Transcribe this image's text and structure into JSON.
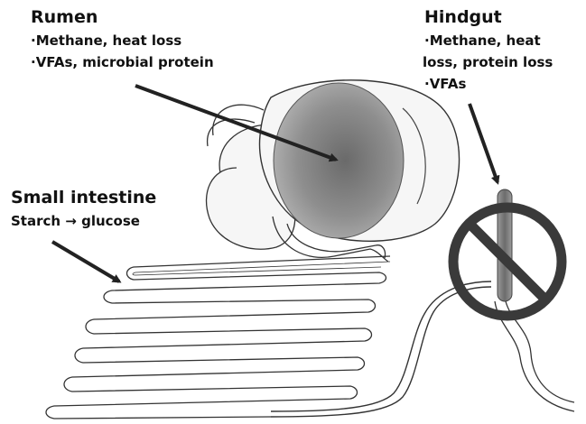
{
  "rumen": {
    "title": "Rumen",
    "line1": "·Methane, heat loss",
    "line2": "·VFAs, microbial protein"
  },
  "hindgut": {
    "title": "Hindgut",
    "line1": "·Methane, heat",
    "line2": "loss, protein loss",
    "line3": "·VFAs"
  },
  "small_intestine": {
    "title": "Small intestine",
    "line1": "Starch → glucose"
  },
  "colors": {
    "outline": "#333333",
    "rumen_fill": "#8e8e8e",
    "organ_fill": "#f6f6f6",
    "prohibit": "#3a3a3a",
    "hindgut_fill": "#7a7a7a"
  },
  "icons": {
    "prohibition": "no-sign-icon"
  }
}
